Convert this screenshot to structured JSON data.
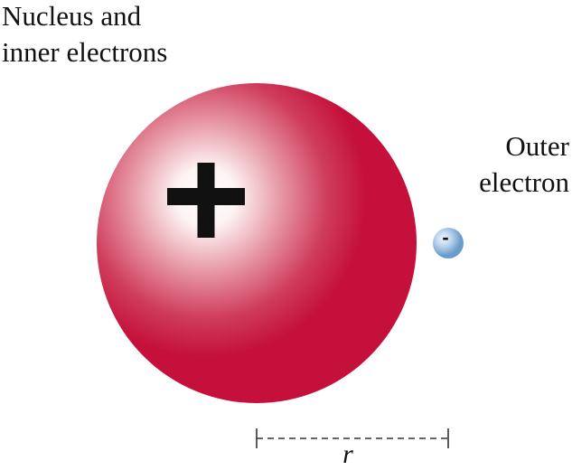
{
  "labels": {
    "nucleus_line1": "Nucleus and",
    "nucleus_line2": "inner electrons",
    "outer_line1": "Outer",
    "outer_line2": "electron"
  },
  "symbols": {
    "nucleus_charge": "+",
    "electron_charge": "-",
    "distance": "r"
  },
  "colors": {
    "atom_core": "#ffffff",
    "atom_shell": "#c4103a",
    "electron_light": "#e6f1fb",
    "electron_dark": "#6a9cc9",
    "ink": "#111111"
  }
}
